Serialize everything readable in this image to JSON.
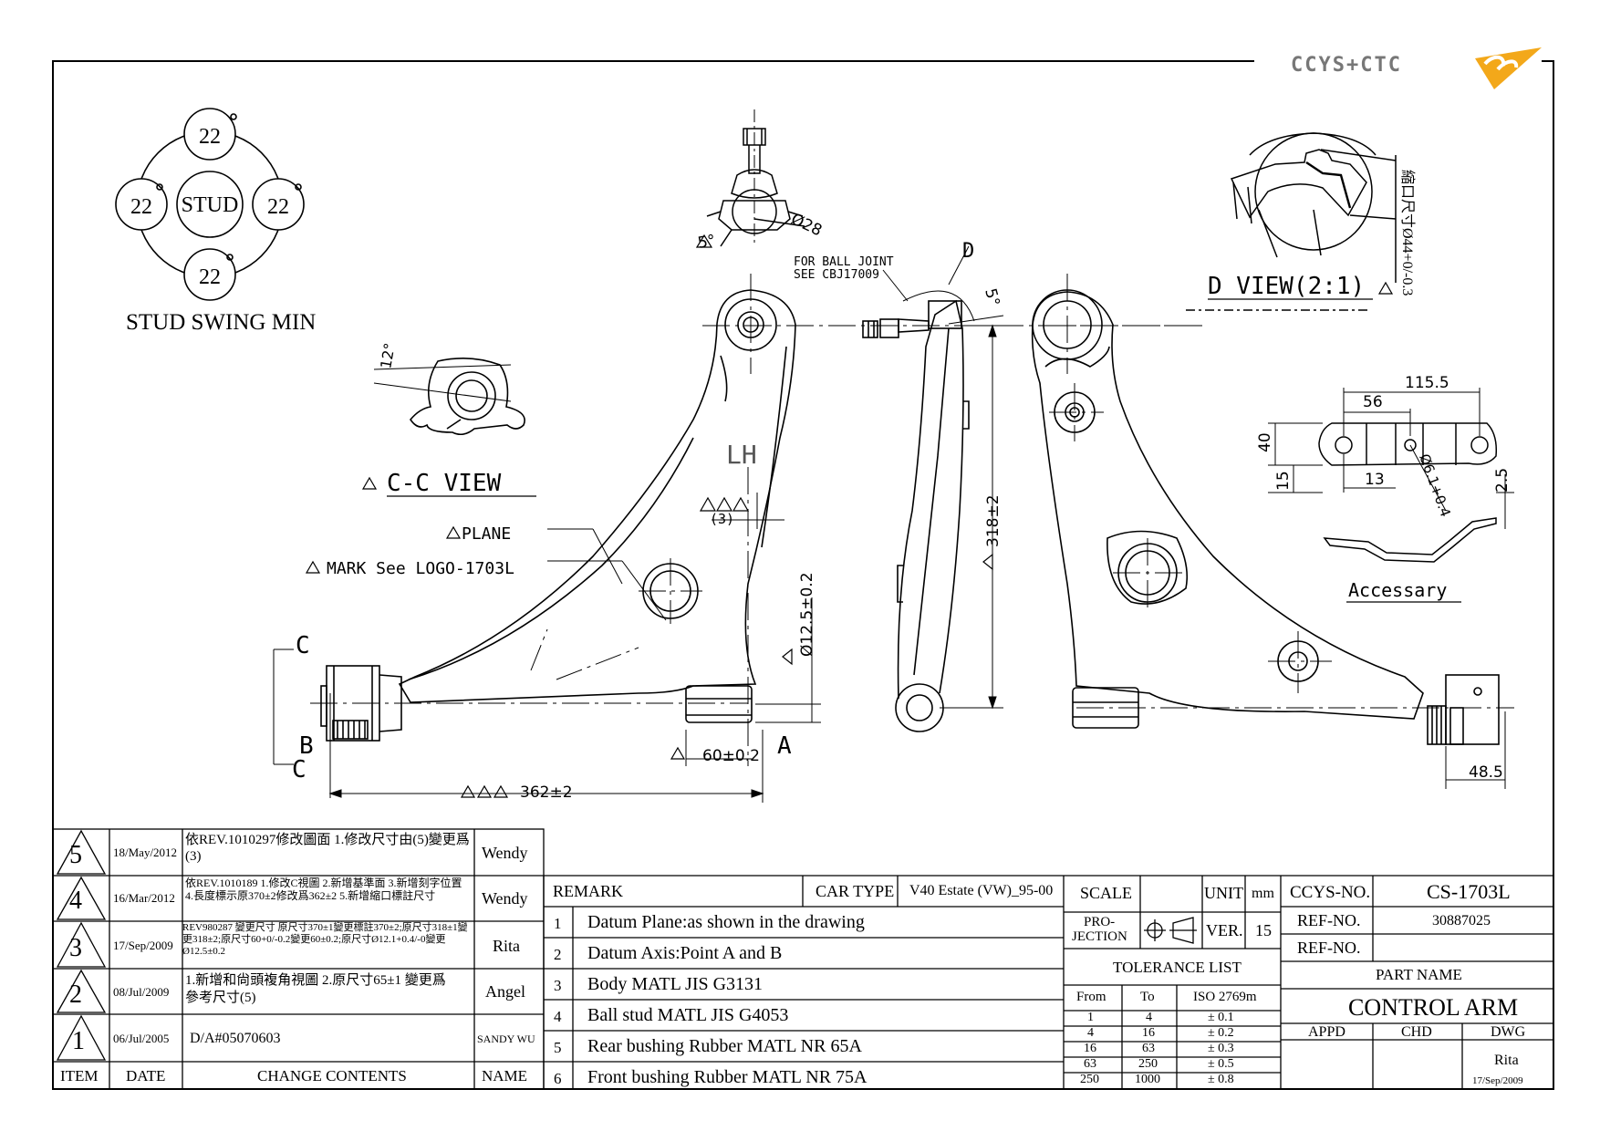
{
  "logo": {
    "text": "CCYS+CTC"
  },
  "stud_swing": {
    "top": "22",
    "left": "22",
    "center": "STUD",
    "right": "22",
    "bottom": "22",
    "degree": "°",
    "caption": "STUD SWING MIN"
  },
  "views": {
    "cc_view": "C-C VIEW",
    "cc_angle": "12°",
    "d_view": "D VIEW(2:1)",
    "d_view_note": "縮口尺寸Ø44+0/-0.3",
    "accessary": "Accessary",
    "plane": "PLANE",
    "mark": "MARK See LOGO-1703L",
    "lh": "LH",
    "ball_joint_note_1": "FOR BALL JOINT",
    "ball_joint_note_2": "SEE CBJ17009",
    "label_d": "D",
    "label_c_top": "C",
    "label_c_bottom": "C",
    "label_a": "A",
    "label_b": "B",
    "tri_ref": "(3)"
  },
  "dimensions": {
    "d28": "Ø28",
    "ang5a": "5°",
    "ang5b": "5°",
    "d318": "318±2",
    "d12_5": "Ø12.5±0.2",
    "d60": "60±0.2",
    "d362": "362±2",
    "d48_5": "48.5",
    "d115_5": "115.5",
    "d56": "56",
    "d40": "40",
    "d15": "15",
    "d13": "13",
    "d2_5": "2.5",
    "d6_1": "Ø6.1+0.4"
  },
  "revisions": [
    {
      "item": "5",
      "date": "18/May/2012",
      "content": "依REV.1010297修改圖面 1.修改尺寸由(5)變更爲(3)",
      "name": "Wendy"
    },
    {
      "item": "4",
      "date": "16/Mar/2012",
      "content": "依REV.1010189 1.修改C視圖 2.新增基準面 3.新增刻字位置 4.長度標示原370±2修改爲362±2 5.新增縮口標註尺寸",
      "name": "Wendy"
    },
    {
      "item": "3",
      "date": "17/Sep/2009",
      "content": "REV980287 變更尺寸 原尺寸370±1變更標註370±2;原尺寸318±1變更318±2;原尺寸60+0/-0.2變更60±0.2;原尺寸Ø12.1+0.4/-0變更Ø12.5±0.2",
      "name": "Rita"
    },
    {
      "item": "2",
      "date": "08/Jul/2009",
      "content": "1.新增和尙頭複角視圖 2.原尺寸65±1 變更爲參考尺寸(5)",
      "name": "Angel"
    },
    {
      "item": "1",
      "date": "06/Jul/2005",
      "content": "D/A#05070603",
      "name": "SANDY WU"
    }
  ],
  "rev_headers": {
    "item": "ITEM",
    "date": "DATE",
    "content": "CHANGE CONTENTS",
    "name": "NAME"
  },
  "remarks": {
    "header": "REMARK",
    "car_type_label": "CAR TYPE",
    "car_type": "V40 Estate (VW)_95-00",
    "items": [
      {
        "no": "1",
        "text": "Datum Plane:as shown in the drawing"
      },
      {
        "no": "2",
        "text": "Datum Axis:Point A and B"
      },
      {
        "no": "3",
        "text": "Body MATL JIS G3131"
      },
      {
        "no": "4",
        "text": "Ball stud MATL JIS G4053"
      },
      {
        "no": "5",
        "text": "Rear bushing Rubber MATL NR 65A"
      },
      {
        "no": "6",
        "text": "Front bushing Rubber MATL NR 75A"
      }
    ]
  },
  "title_block": {
    "scale_label": "SCALE",
    "unit_label": "UNIT",
    "unit": "mm",
    "projection_label_1": "PRO-",
    "projection_label_2": "JECTION",
    "ver_label": "VER.",
    "ver": "15",
    "ccys_no_label": "CCYS-NO.",
    "ccys_no": "CS-1703L",
    "ref_no_label_1": "REF-NO.",
    "ref_no_1": "30887025",
    "ref_no_label_2": "REF-NO.",
    "ref_no_2": "",
    "tolerance_title": "TOLERANCE LIST",
    "tol_headers": {
      "from": "From",
      "to": "To",
      "iso": "ISO 2769m"
    },
    "tolerances": [
      {
        "from": "1",
        "to": "4",
        "tol": "± 0.1"
      },
      {
        "from": "4",
        "to": "16",
        "tol": "± 0.2"
      },
      {
        "from": "16",
        "to": "63",
        "tol": "± 0.3"
      },
      {
        "from": "63",
        "to": "250",
        "tol": "± 0.5"
      },
      {
        "from": "250",
        "to": "1000",
        "tol": "± 0.8"
      }
    ],
    "part_name_label": "PART NAME",
    "part_name": "CONTROL ARM",
    "appd_label": "APPD",
    "chd_label": "CHD",
    "dwg_label": "DWG",
    "drawer": "Rita",
    "draw_date": "17/Sep/2009"
  }
}
